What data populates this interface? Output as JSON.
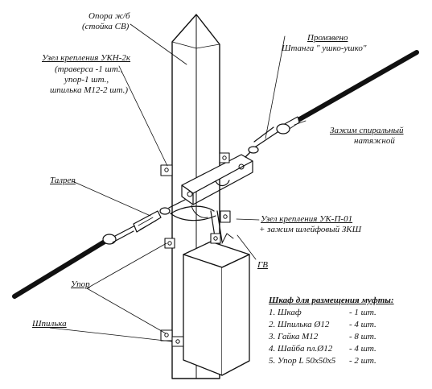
{
  "colors": {
    "ink": "#111111",
    "paper": "#ffffff",
    "hatch": "#555555"
  },
  "labels": {
    "pole_line1": "Опора ж/б",
    "pole_line2": "(стойка СВ)",
    "ukn_title": "Узел крепления УКН-2к",
    "ukn_line1": "(траверса -1 шт.,",
    "ukn_line2": "упор-1 шт.,",
    "ukn_line3": "шпилька М12-2 шт.)",
    "galvanized": "Промзвено",
    "rod": "Штанга \" ушко-ушко\"",
    "clamp_line1": "Зажим спиральный",
    "clamp_line2": "натяжной",
    "turnbuckle": "Талреп",
    "ukp_title": "Узел крепления УК-П-01",
    "ukp_sub": "+ зажим шлейфовый ЗКШ",
    "gv": "ГВ",
    "stop": "Упор",
    "stud": "Шпилька"
  },
  "legend": {
    "title": "Шкаф для размещения муфты:",
    "items": [
      {
        "name": "1. Шкаф",
        "qty": "- 1 шт."
      },
      {
        "name": "2. Шпилька Ø12",
        "qty": "- 4 шт."
      },
      {
        "name": "3. Гайка М12",
        "qty": "- 8 шт."
      },
      {
        "name": "4. Шайба пл.Ø12",
        "qty": "- 4 шт."
      },
      {
        "name": "5. Упор L 50x50x5",
        "qty": "- 2 шт."
      }
    ]
  }
}
